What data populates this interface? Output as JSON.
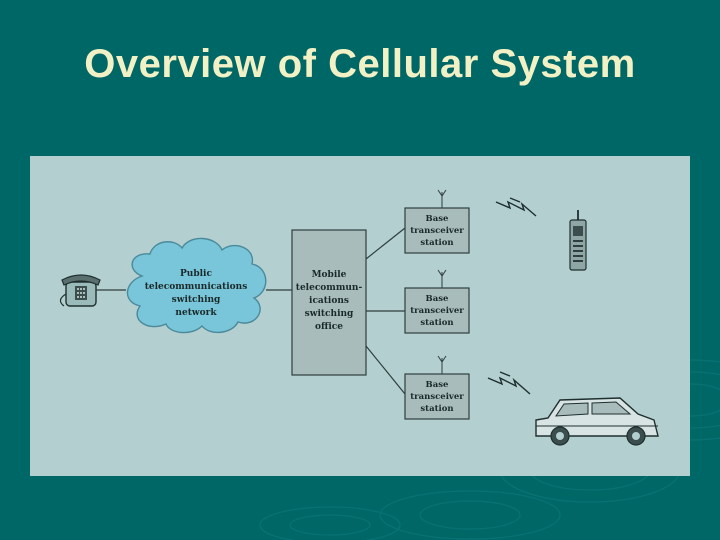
{
  "slide": {
    "title": "Overview of Cellular System"
  },
  "diagram": {
    "pstn_lines": [
      "Public",
      "telecommunications",
      "switching",
      "network"
    ],
    "mso_lines": [
      "Mobile",
      "telecommun-",
      "ications",
      "switching",
      "office"
    ],
    "bts": [
      {
        "lines": [
          "Base",
          "transceiver",
          "station"
        ]
      },
      {
        "lines": [
          "Base",
          "transceiver",
          "station"
        ]
      },
      {
        "lines": [
          "Base",
          "transceiver",
          "station"
        ]
      }
    ]
  },
  "colors": {
    "background": "#006767",
    "title": "#f2f1c6",
    "panel": "#b3cfcf",
    "cloud": "#79c5d9",
    "box": "#a9bcbc"
  },
  "icons": [
    "telephone-icon",
    "cloud-icon",
    "antenna-icon",
    "lightning-icon",
    "mobile-phone-icon",
    "car-icon"
  ]
}
